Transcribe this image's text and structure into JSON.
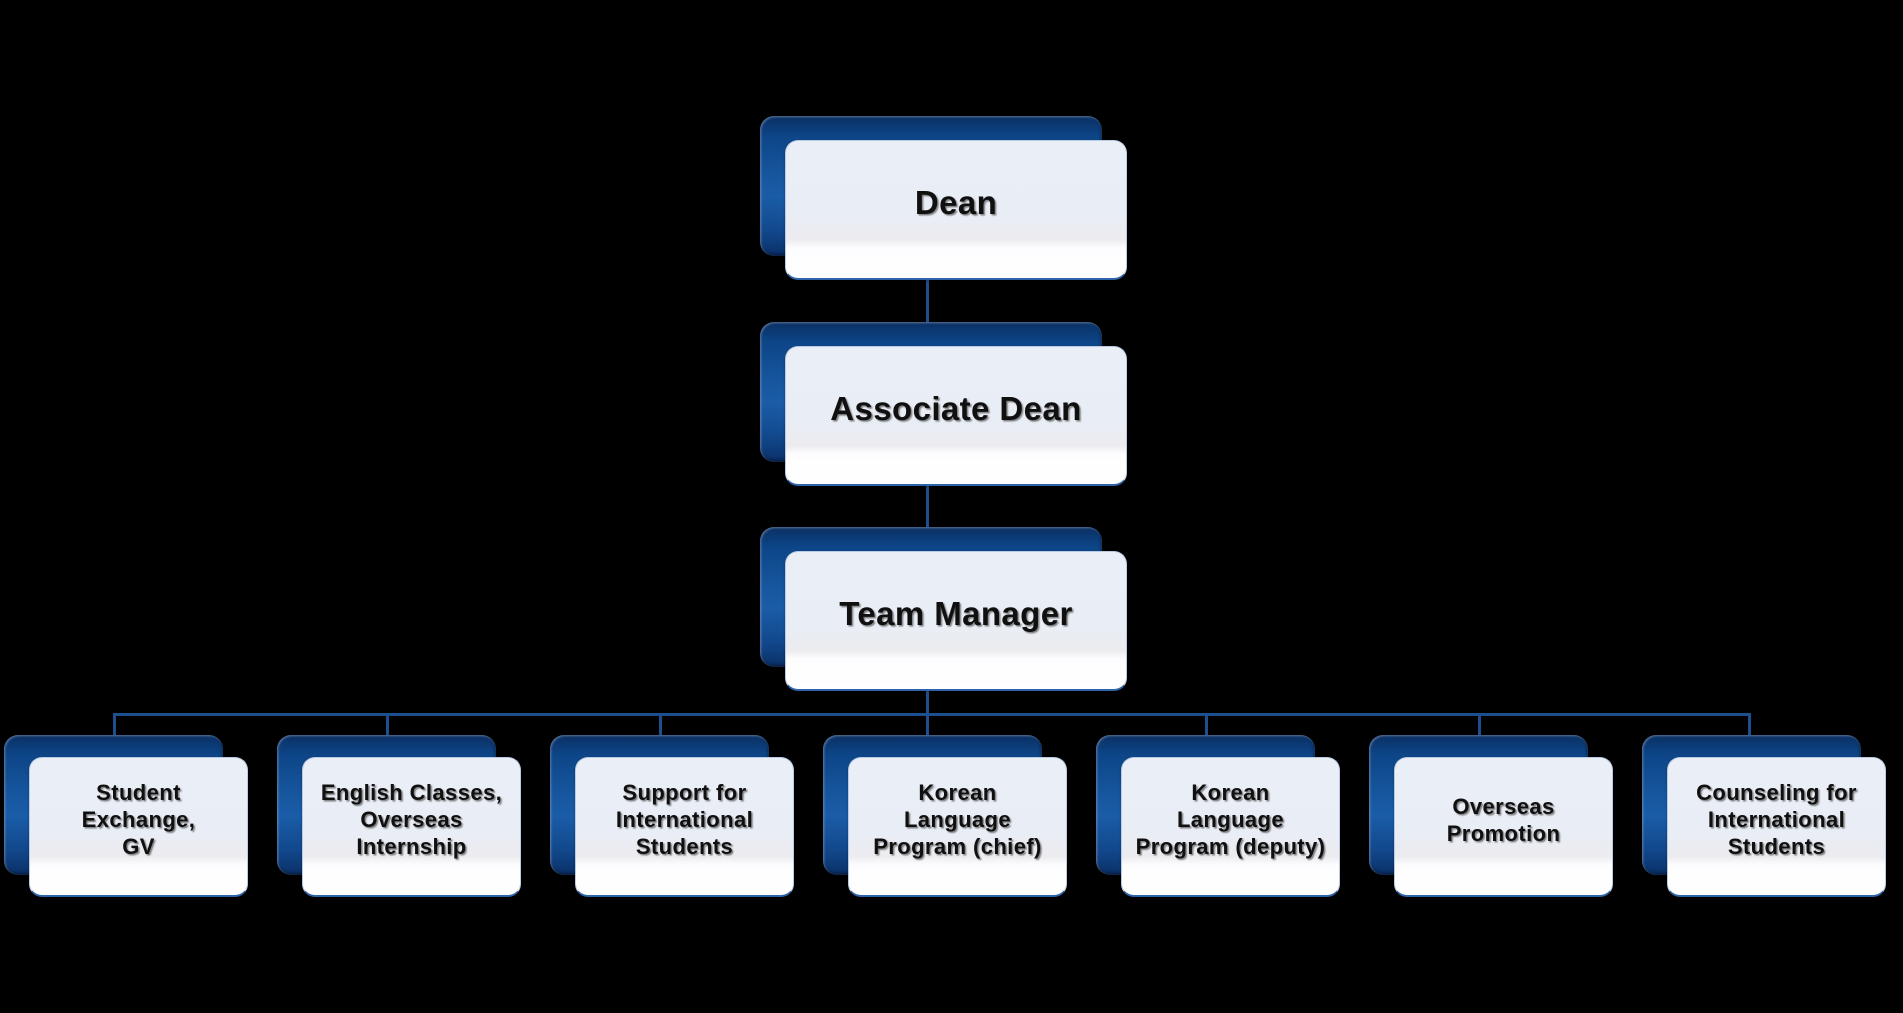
{
  "chart_data": {
    "type": "diagram",
    "diagram_type": "organizational-chart",
    "title": "",
    "background_color": "#000000",
    "node_fill_color": "#e9edf5",
    "node_shadow_color": "#14539a",
    "connector_color": "#1d4f8f",
    "text_color": "#101010",
    "levels": 4,
    "nodes": [
      {
        "id": "dean",
        "label": "Dean",
        "level": 1,
        "parent": null
      },
      {
        "id": "associate-dean",
        "label": "Associate Dean",
        "level": 2,
        "parent": "dean"
      },
      {
        "id": "team-manager",
        "label": "Team Manager",
        "level": 3,
        "parent": "associate-dean"
      },
      {
        "id": "leaf-1",
        "label": "Student\nExchange,\nGV",
        "level": 4,
        "parent": "team-manager"
      },
      {
        "id": "leaf-2",
        "label": "English Classes,\nOverseas\nInternship",
        "level": 4,
        "parent": "team-manager"
      },
      {
        "id": "leaf-3",
        "label": "Support for\nInternational\nStudents",
        "level": 4,
        "parent": "team-manager"
      },
      {
        "id": "leaf-4",
        "label": "Korean\nLanguage\nProgram (chief)",
        "level": 4,
        "parent": "team-manager"
      },
      {
        "id": "leaf-5",
        "label": "Korean\nLanguage\nProgram (deputy)",
        "level": 4,
        "parent": "team-manager"
      },
      {
        "id": "leaf-6",
        "label": "Overseas\nPromotion",
        "level": 4,
        "parent": "team-manager"
      },
      {
        "id": "leaf-7",
        "label": "Counseling for\nInternational\nStudents",
        "level": 4,
        "parent": "team-manager"
      }
    ]
  },
  "org": {
    "top": [
      {
        "label": "Dean"
      },
      {
        "label": "Associate Dean"
      },
      {
        "label": "Team Manager"
      }
    ],
    "leaves": [
      {
        "label": "Student\nExchange,\nGV"
      },
      {
        "label": "English Classes,\nOverseas\nInternship"
      },
      {
        "label": "Support for\nInternational\nStudents"
      },
      {
        "label": "Korean\nLanguage\nProgram (chief)"
      },
      {
        "label": "Korean\nLanguage\nProgram (deputy)"
      },
      {
        "label": "Overseas\nPromotion"
      },
      {
        "label": "Counseling for\nInternational\nStudents"
      }
    ]
  }
}
